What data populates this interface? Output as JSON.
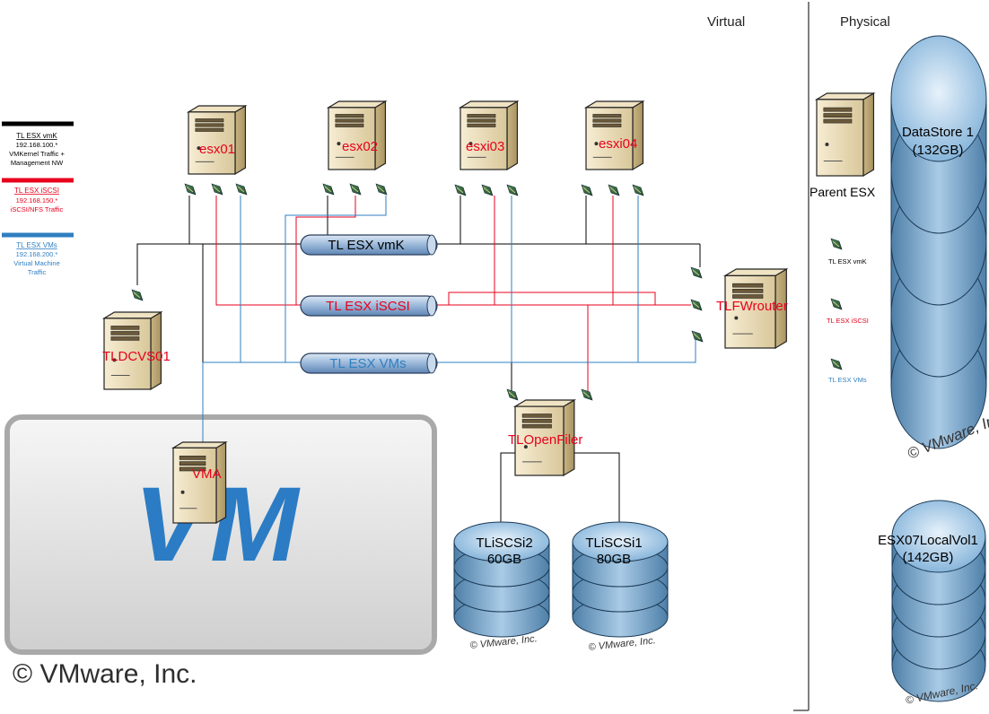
{
  "sections": {
    "virtual": "Virtual",
    "physical": "Physical"
  },
  "legend": [
    {
      "title": "TL ESX vmK",
      "subnet": "192.168.100.*",
      "desc1": "VMKernel Traffic +",
      "desc2": "Management NW",
      "color": "#000000"
    },
    {
      "title": "TL ESX iSCSI",
      "subnet": "192.168.150.*",
      "desc1": "iSCSI/NFS Traffic",
      "desc2": "",
      "color": "#e8001c"
    },
    {
      "title": "TL ESX VMs",
      "subnet": "192.168.200.*",
      "desc1": "Virtual Machine",
      "desc2": "Traffic",
      "color": "#2f7fc1"
    }
  ],
  "networks": {
    "vmk": "TL ESX vmK",
    "iscsi": "TL ESX iSCSI",
    "vms": "TL ESX VMs"
  },
  "servers": {
    "esx01": "esx01",
    "esx02": "esx02",
    "esxi03": "esxi03",
    "esxi04": "esxi04",
    "dcvs": "TLDCVS01",
    "router": "TLFWrouter",
    "openfiler": "TLOpenFiler",
    "vma": "VMA",
    "parent": "Parent ESX"
  },
  "storage": {
    "iscsi2_name": "TLiSCSi2",
    "iscsi2_size": "60GB",
    "iscsi1_name": "TLiSCSi1",
    "iscsi1_size": "80GB",
    "ds1_name": "DataStore 1",
    "ds1_size": "(132GB)",
    "local_name": "ESX07LocalVol1",
    "local_size": "(142GB)"
  },
  "physical_nics": {
    "vmk": "TL ESX vmK",
    "iscsi": "TL ESX iSCSI",
    "vms": "TL ESX VMs"
  },
  "watermark": "© VMware, Inc.",
  "vm_logo": "VM",
  "colors": {
    "vmk": "#000000",
    "iscsi": "#e8001c",
    "vms": "#2f7fc1",
    "label_red": "#e8001c"
  }
}
